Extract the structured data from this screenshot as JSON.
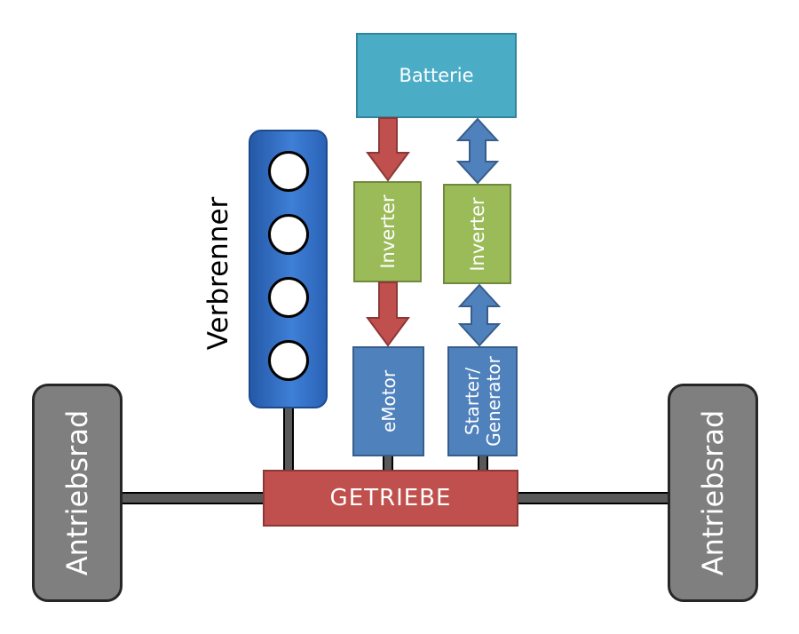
{
  "diagram": {
    "wheel_left": "Antriebsrad",
    "wheel_right": "Antriebsrad",
    "battery": "Batterie",
    "inverter_left": "Inverter",
    "inverter_right": "Inverter",
    "emotor": "eMotor",
    "starter_line1": "Starter/",
    "starter_line2": "Generator",
    "gearbox": "GETRIEBE",
    "engine_label": "Verbrenner"
  },
  "colors": {
    "battery": "#4bacc6",
    "inverter": "#9bbb59",
    "motor": "#4f81bd",
    "gearbox": "#c0504d",
    "engine": "#3f7fd6",
    "wheel": "#7f7f7f",
    "arrow_red": "#c0504d",
    "arrow_blue": "#4f81bd"
  },
  "icons": {
    "arrow_battery_to_inverter": "down-arrow-icon",
    "arrow_inverter_to_emotor": "down-arrow-icon",
    "arrow_battery_inverter": "double-arrow-icon",
    "arrow_inverter_starter": "double-arrow-icon"
  }
}
